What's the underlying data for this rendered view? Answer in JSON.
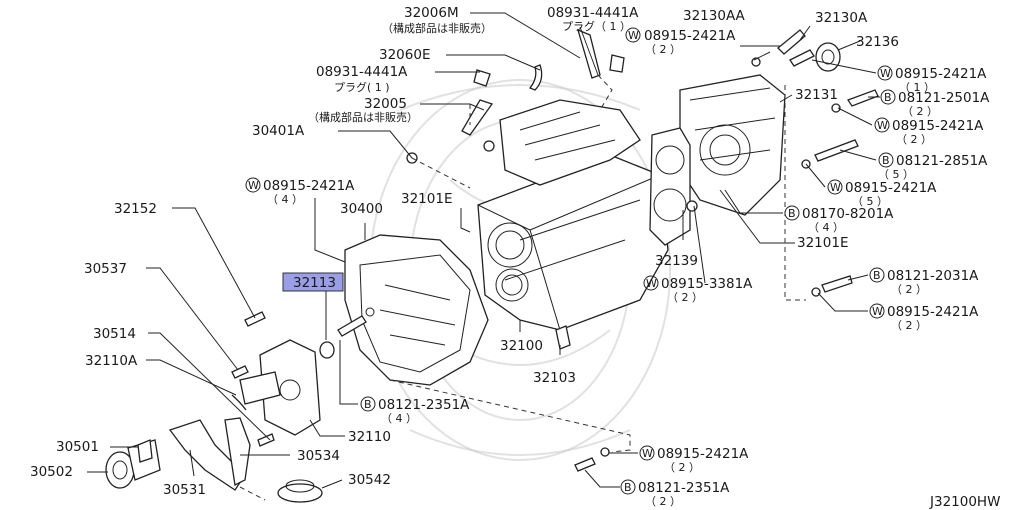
{
  "diagram_code": "J32100HW",
  "highlight": {
    "part": "32113",
    "color": "#9a9ee6"
  },
  "labels": {
    "p32006M": "32006M",
    "p32006M_note": "（構成部品は非販売）",
    "p08931a": "08931-4441A",
    "p08931a_note": "プラグ（ 1 ）",
    "p32060E": "32060E",
    "p08931b": "08931-4441A",
    "p08931b_note": "プラグ( 1 )",
    "p32005": "32005",
    "p32005_note": "（構成部品は非販売）",
    "p30401A": "30401A",
    "w_top": "08915-2421A",
    "w_top_qty": "（ 2 ）",
    "p32130AA": "32130AA",
    "p32130A": "32130A",
    "p32136": "32136",
    "w_r1": "08915-2421A",
    "w_r1_qty": "（ 1 ）",
    "p32131": "32131",
    "b_r1": "08121-2501A",
    "b_r1_qty": "（ 2 ）",
    "w_r2": "08915-2421A",
    "w_r2_qty": "（ 2 ）",
    "b_r2": "08121-2851A",
    "b_r2_qty": "（ 5 ）",
    "w_r3": "08915-2421A",
    "w_r3_qty": "（ 5 ）",
    "b_r3": "08170-8201A",
    "b_r3_qty": "（ 4 ）",
    "p32101E_r": "32101E",
    "p32139": "32139",
    "w_mid": "08915-3381A",
    "w_mid_qty": "（ 2 ）",
    "b_r4": "08121-2031A",
    "b_r4_qty": "（ 2 ）",
    "w_r4": "08915-2421A",
    "w_r4_qty": "（ 2 ）",
    "w_left": "08915-2421A",
    "w_left_qty": "（ 4 ）",
    "p30400": "30400",
    "p32101E_l": "32101E",
    "p32152": "32152",
    "p30537": "30537",
    "p32113": "32113",
    "p30514": "30514",
    "p32110A": "32110A",
    "p32100": "32100",
    "p32103": "32103",
    "b_mid": "08121-2351A",
    "b_mid_qty": "（ 4 ）",
    "p32110": "32110",
    "p30501": "30501",
    "p30502": "30502",
    "p30534": "30534",
    "p30531": "30531",
    "p30542": "30542",
    "w_bot": "08915-2421A",
    "w_bot_qty": "（ 2 ）",
    "b_bot": "08121-2351A",
    "b_bot_qty": "（ 2 ）"
  },
  "symbols": {
    "washer": "W",
    "bolt": "B"
  }
}
